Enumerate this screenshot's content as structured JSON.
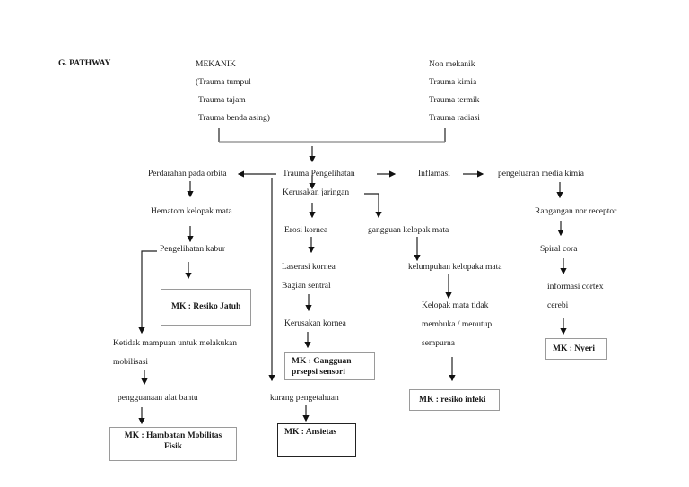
{
  "section_title": "G. PATHWAY",
  "causes": {
    "mekanik": [
      "MEKANIK",
      "(Trauma tumpul",
      "Trauma tajam",
      "Trauma benda asing)"
    ],
    "non_mekanik": [
      "Non mekanik",
      "Trauma kimia",
      "Trauma termik",
      "Trauma radiasi"
    ]
  },
  "center": {
    "trauma": "Trauma Pengelihatan",
    "kerusakan": "Kerusakan jaringan",
    "erosi": "Erosi kornea",
    "laserasi": "Laserasi kornea",
    "bagian": "Bagian sentral",
    "kerusakan_kornea": "Kerusakan kornea",
    "mk_sensori": [
      "MK : Gangguan",
      "prsepsi sensori"
    ],
    "kurang": "kurang pengetahuan",
    "mk_ansietas": "MK : Ansietas"
  },
  "left": {
    "perdarahan": "Perdarahan pada orbita",
    "hematom": "Hematom kelopak mata",
    "kabur": "Pengelihatan kabur",
    "mk_jatuh": "MK : Resiko Jatuh",
    "ketidak": "Ketidak mampuan untuk melakukan",
    "mobilisasi": "mobilisasi",
    "alat": "pengguanaan alat bantu",
    "mk_mobilitas": [
      "MK : Hambatan Mobilitas",
      "Fisik"
    ]
  },
  "mid_right": {
    "gangguan": "gangguan kelopak mata",
    "kelumpuhan": "kelumpuhan kelopaka mata",
    "kelopak": [
      "Kelopak mata tidak",
      "membuka / menutup",
      "sempurna"
    ],
    "mk_infeksi": "MK : resiko infeki"
  },
  "right": {
    "inflamasi": "Inflamasi",
    "media": "pengeluaran media kimia",
    "rangangan": "Rangangan nor receptor",
    "spiral": "Spiral cora",
    "informasi": [
      "informasi cortex",
      "cerebi"
    ],
    "mk_nyeri": "MK : Nyeri"
  }
}
